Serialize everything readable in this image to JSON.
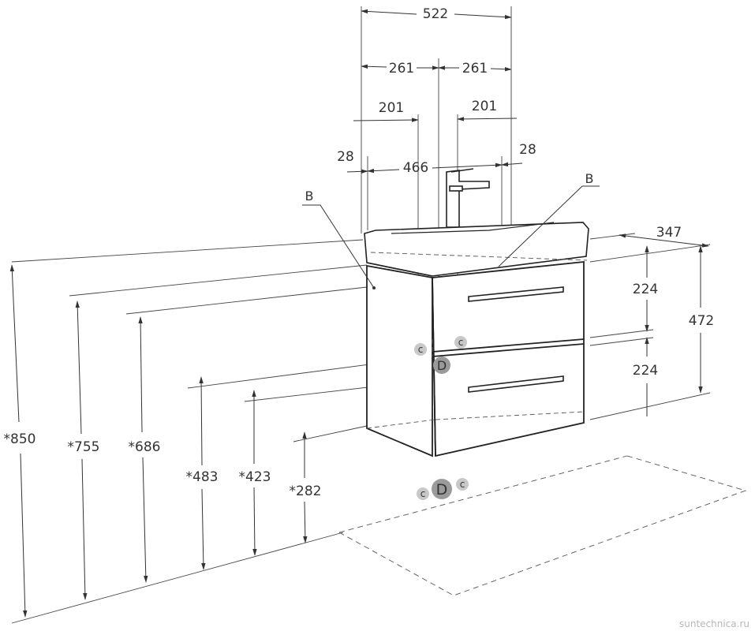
{
  "top_dimensions": {
    "overall_width": "522",
    "half_left": "261",
    "half_right": "261",
    "offset_left": "201",
    "offset_right": "201",
    "inner_width": "466",
    "edge_left": "28",
    "edge_right": "28"
  },
  "side_dimensions": {
    "depth": "347",
    "upper_drawer": "224",
    "lower_drawer": "224",
    "cabinet_height": "472"
  },
  "height_dimensions": {
    "h850": "*850",
    "h755": "*755",
    "h686": "*686",
    "h483": "*483",
    "h423": "*423",
    "h282": "*282"
  },
  "callouts": {
    "left": "B",
    "right": "B"
  },
  "connection_marks": {
    "cold": "c",
    "drain": "D"
  },
  "watermark": "suntechnica.ru"
}
